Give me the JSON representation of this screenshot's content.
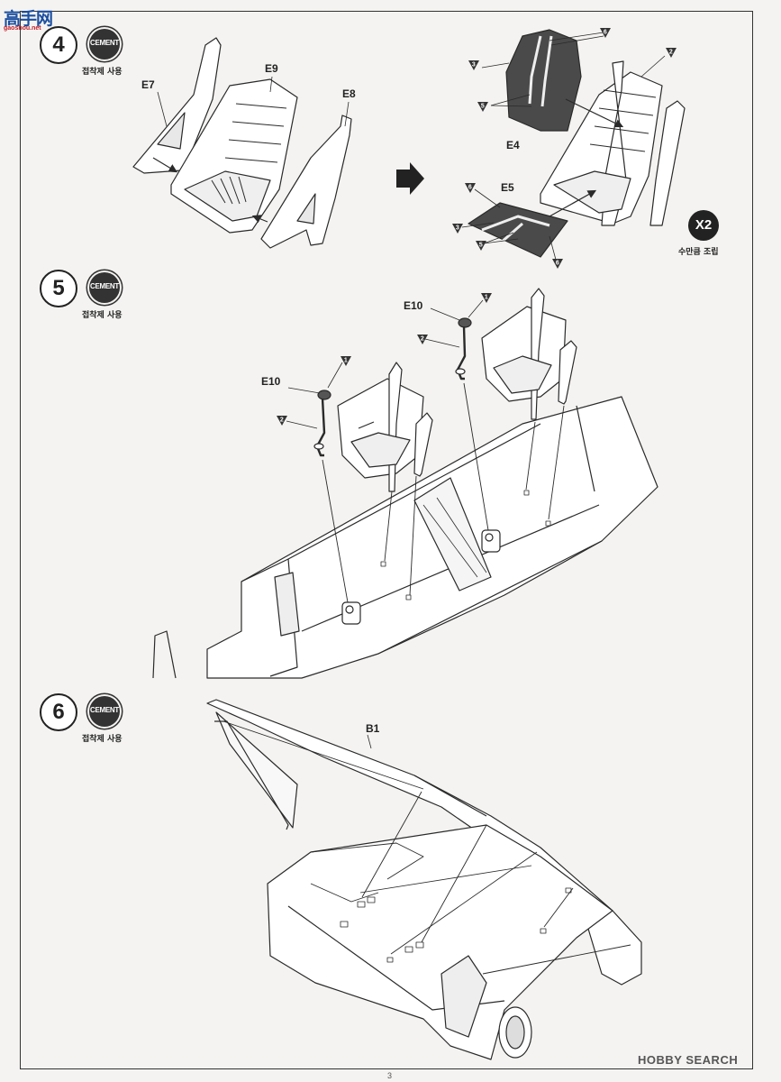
{
  "watermark": {
    "big": "高手网",
    "url": "gaoshou.net"
  },
  "steps": [
    {
      "number": "4",
      "cement_label": "CEMENT",
      "cement_note": "접착제 사용"
    },
    {
      "number": "5",
      "cement_label": "CEMENT",
      "cement_note": "접착제 사용"
    },
    {
      "number": "6",
      "cement_label": "CEMENT",
      "cement_note": "접착제 사용"
    }
  ],
  "parts": {
    "e7": "E7",
    "e9": "E9",
    "e8": "E8",
    "e4": "E4",
    "e5": "E5",
    "e10a": "E10",
    "e10b": "E10",
    "b1": "B1"
  },
  "markers": {
    "m6a": "6",
    "m3a": "3",
    "m5a": "5",
    "m2a": "2",
    "m6b": "6",
    "m3b": "3",
    "m5b": "5",
    "m6c": "6",
    "m1a": "1",
    "m2b": "2",
    "m1b": "1",
    "m2c": "2"
  },
  "assembly": {
    "multiplier": "X2",
    "note": "수만큼 조립"
  },
  "footer": {
    "watermark": "HOBBY SEARCH",
    "page_number": "3"
  },
  "colors": {
    "line": "#2a2a2a",
    "marker": "#333333",
    "fill": "#ffffff",
    "shade": "#4a4a4a",
    "bg": "#f4f3f1"
  }
}
